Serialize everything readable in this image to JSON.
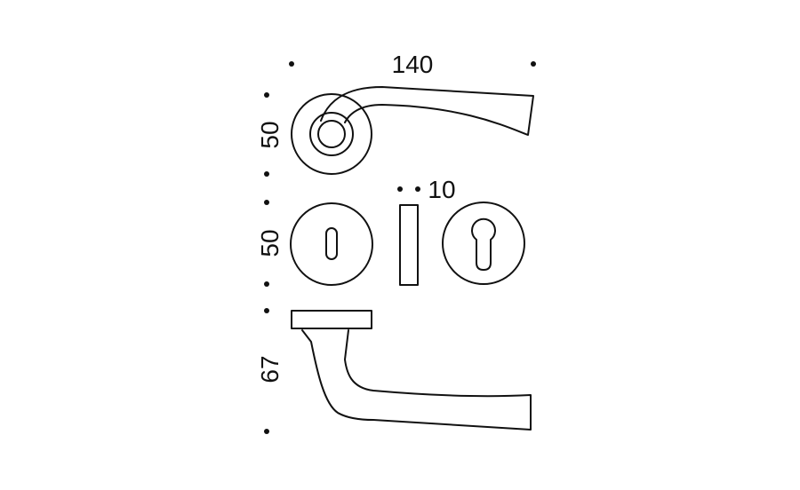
{
  "dimensions": {
    "handle_length": "140",
    "rose_height": "50",
    "escutcheon_height": "50",
    "handle_projection": "67",
    "plate_width": "10"
  }
}
